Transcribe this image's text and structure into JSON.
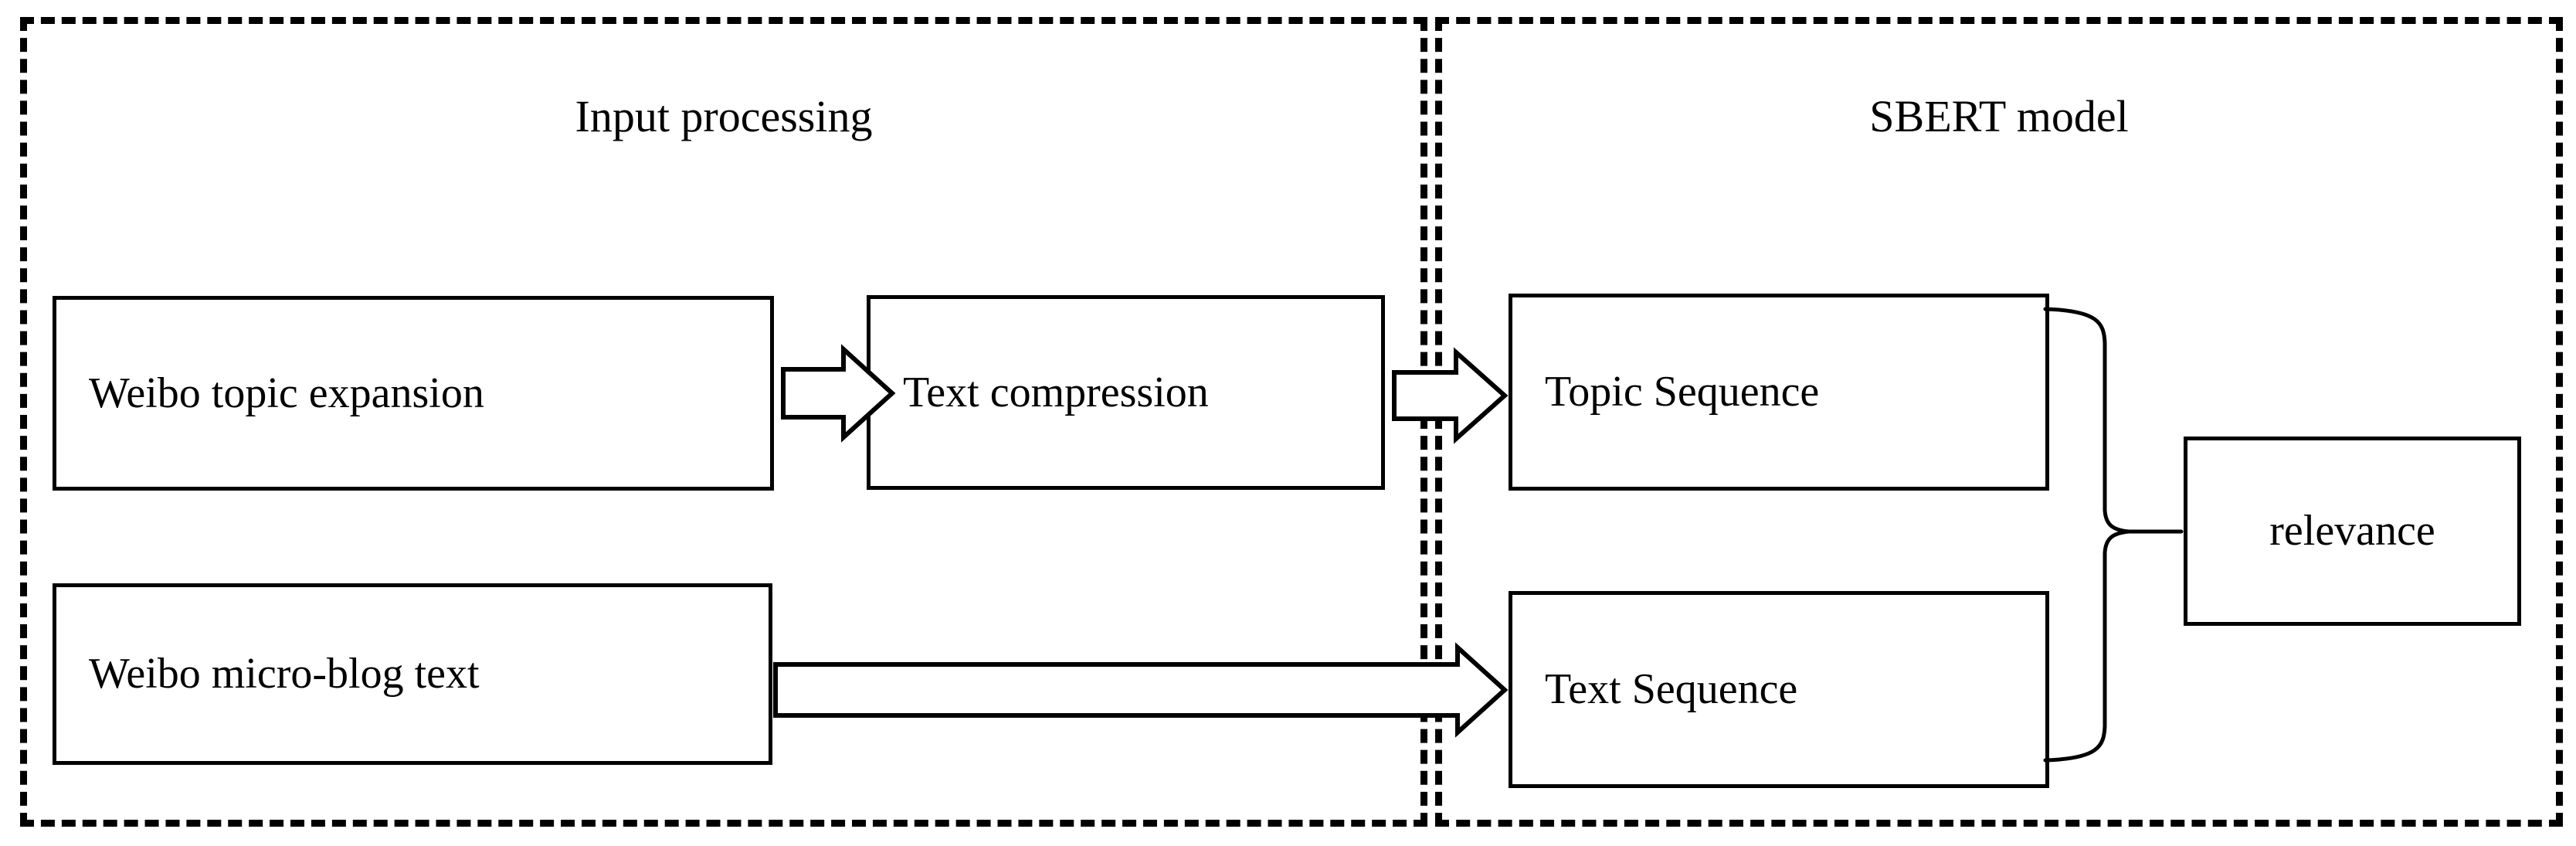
{
  "diagram": {
    "title_visible": false,
    "panels": [
      {
        "id": "input-processing",
        "label": "Input processing"
      },
      {
        "id": "sbert-model",
        "label": "SBERT model"
      }
    ],
    "nodes": [
      {
        "id": "weibo-topic-expansion",
        "label": "Weibo topic expansion",
        "panel": "input-processing"
      },
      {
        "id": "text-compression",
        "label": "Text compression",
        "panel": "input-processing"
      },
      {
        "id": "weibo-microblog-text",
        "label": "Weibo micro-blog text",
        "panel": "input-processing"
      },
      {
        "id": "topic-sequence",
        "label": "Topic Sequence",
        "panel": "sbert-model"
      },
      {
        "id": "text-sequence",
        "label": "Text Sequence",
        "panel": "sbert-model"
      },
      {
        "id": "relevance",
        "label": "relevance",
        "panel": "sbert-model"
      }
    ],
    "connectors": [
      {
        "id": "arrow-expansion-to-compression",
        "kind": "block-arrow",
        "from": "weibo-topic-expansion",
        "to": "text-compression"
      },
      {
        "id": "arrow-compression-to-topicseq",
        "kind": "block-arrow",
        "from": "text-compression",
        "to": "topic-sequence"
      },
      {
        "id": "arrow-microblog-to-textseq",
        "kind": "block-arrow",
        "from": "weibo-microblog-text",
        "to": "text-sequence"
      },
      {
        "id": "brace-sequences-to-relevance",
        "kind": "curly-brace",
        "from": "topic-sequence,text-sequence",
        "to": "relevance"
      }
    ],
    "colors": {
      "stroke": "#000000",
      "fill": "#ffffff",
      "panel_border": "#000000"
    }
  }
}
